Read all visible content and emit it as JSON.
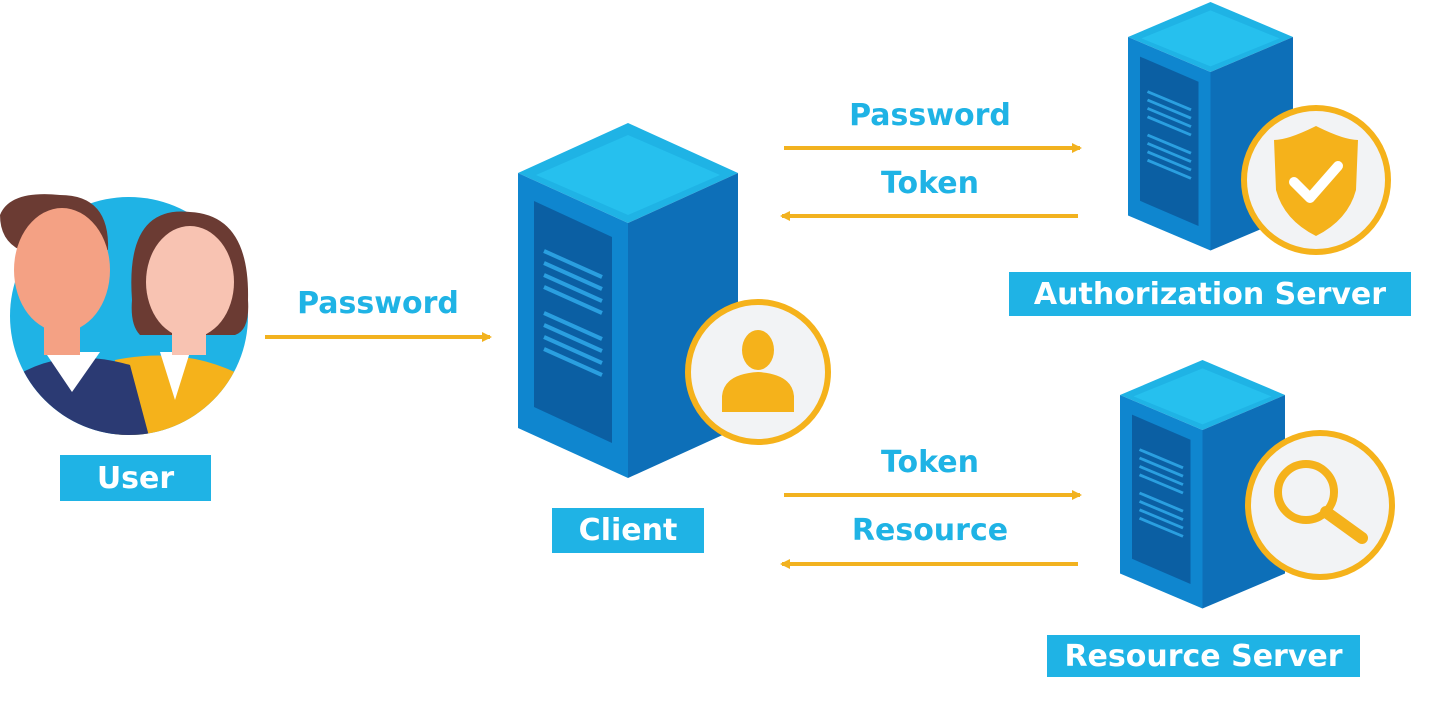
{
  "colors": {
    "accent_blue": "#1fb3e5",
    "server_dark": "#0d6fb8",
    "server_mid": "#0f86cf",
    "arrow": "#f2b21f",
    "icon_circle_fill": "#f2f3f5"
  },
  "nodes": {
    "user": {
      "label": "User",
      "icon": "people-icon"
    },
    "client": {
      "label": "Client",
      "icon": "user-silhouette-icon"
    },
    "auth_server": {
      "label": "Authorization Server",
      "icon": "shield-check-icon"
    },
    "resource_server": {
      "label": "Resource Server",
      "icon": "magnifier-icon"
    }
  },
  "flows": {
    "user_to_client": "Password",
    "client_to_auth": "Password",
    "auth_to_client": "Token",
    "client_to_resource": "Token",
    "resource_to_client": "Resource"
  }
}
